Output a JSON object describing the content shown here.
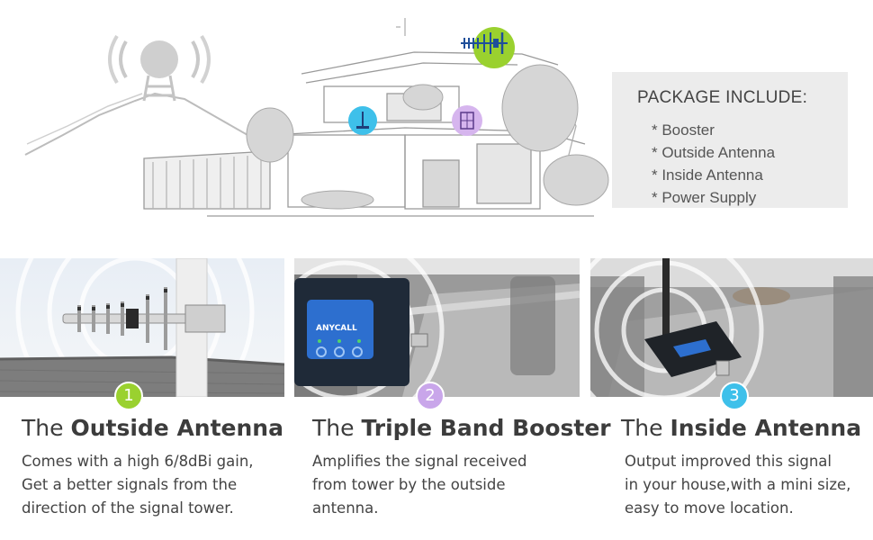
{
  "package": {
    "title": "PACKAGE INCLUDE:",
    "items": [
      "* Booster",
      "* Outside Antenna",
      "* Inside Antenna",
      "* Power Supply"
    ]
  },
  "steps": [
    {
      "number": "1",
      "color": "#9ad12f",
      "title_plain": "The",
      "title_bold": "Outside Antenna",
      "lines": [
        "Comes with a high 6/8dBi gain,",
        "Get a better signals from the",
        "direction of the signal tower."
      ]
    },
    {
      "number": "2",
      "color": "#c9a6ea",
      "title_plain": "The",
      "title_bold": "Triple Band Booster",
      "lines": [
        "Amplifies the signal received",
        "from tower by the outside",
        "antenna."
      ]
    },
    {
      "number": "3",
      "color": "#3ec0ea",
      "title_plain": "The",
      "title_bold": "Inside Antenna",
      "lines": [
        "Output improved this signal",
        "in your house,with a mini size,",
        "easy to move location."
      ]
    }
  ],
  "booster_brand": "ANYCALL",
  "icons": [
    "signal-tower-icon",
    "yagi-antenna-icon",
    "inside-antenna-icon",
    "panel-antenna-icon"
  ]
}
